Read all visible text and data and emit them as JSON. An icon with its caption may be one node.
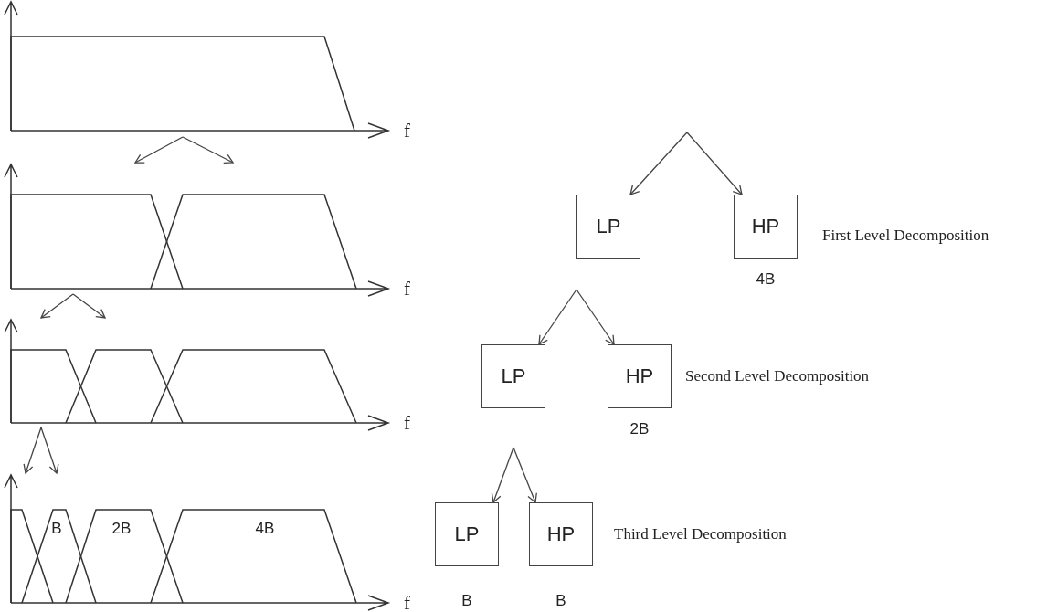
{
  "diagram": {
    "nodes": [
      {
        "text": [],
        "shape": "picture"
      },
      {
        "text": [],
        "shape": "picture"
      },
      {
        "text": [],
        "shape": "picture"
      },
      {
        "text": [],
        "shape": "picture"
      },
      {
        "text": [
          "LP"
        ]
      },
      {
        "text": [
          "HP"
        ],
        "beside": [
          "4B"
        ]
      },
      {
        "text": [
          "LP"
        ]
      },
      {
        "text": [
          "HP"
        ],
        "beside": [
          "2B"
        ]
      },
      {
        "text": [
          "LP"
        ],
        "beside": [
          "B"
        ]
      },
      {
        "text": [
          "HP"
        ],
        "beside": [
          "B"
        ]
      }
    ],
    "edges": [
      {
        "from": 0,
        "to": 1,
        "arrow": "to"
      },
      {
        "from": 0,
        "to": 1,
        "arrow": "to"
      },
      {
        "from": 1,
        "to": 2,
        "arrow": "to"
      },
      {
        "from": 1,
        "to": 2,
        "arrow": "to"
      },
      {
        "from": 2,
        "to": 3,
        "arrow": "to"
      },
      {
        "from": 2,
        "to": 3,
        "arrow": "to"
      },
      {
        "from": null,
        "to": 4,
        "arrow": "to"
      },
      {
        "from": null,
        "to": 5,
        "arrow": "to"
      },
      {
        "from": null,
        "to": 6,
        "arrow": "to"
      },
      {
        "from": null,
        "to": 7,
        "arrow": "to"
      },
      {
        "from": null,
        "to": 8,
        "arrow": "to"
      },
      {
        "from": null,
        "to": 9,
        "arrow": "to"
      }
    ],
    "labels": [
      "f",
      "First Level Decomposition",
      "f",
      "Second Level Decomposition",
      "f",
      "B",
      "2B",
      "4B",
      "Third Level Decomposition",
      "f"
    ]
  }
}
